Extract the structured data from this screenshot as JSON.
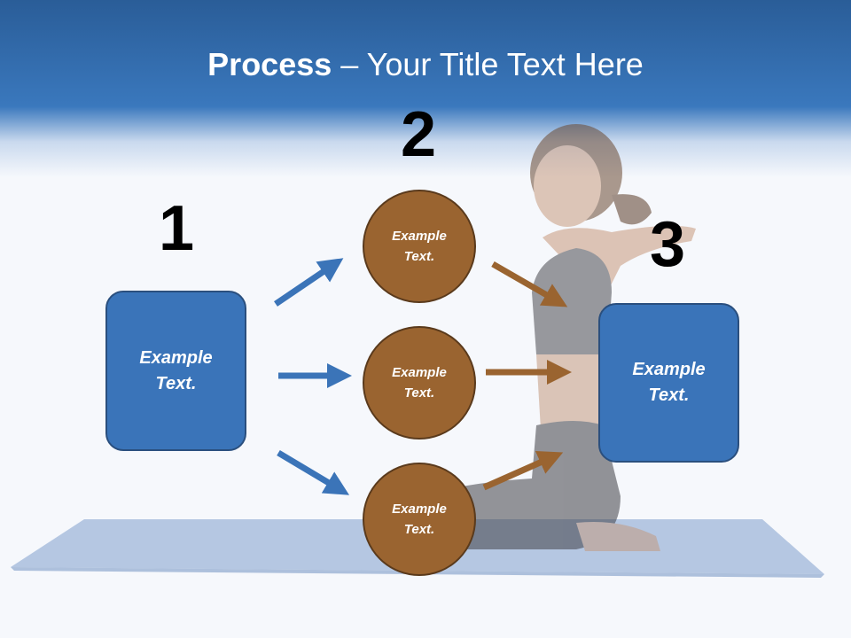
{
  "title": {
    "bold": "Process",
    "rest": " – Your Title Text Here"
  },
  "steps": [
    {
      "number": "1",
      "box_text": "Example\nText."
    },
    {
      "number": "2"
    },
    {
      "number": "3",
      "box_text": "Example\nText."
    }
  ],
  "circles": [
    {
      "text": "Example\nText."
    },
    {
      "text": "Example\nText."
    },
    {
      "text": "Example\nText."
    }
  ],
  "colors": {
    "header": "#3a78bd",
    "box_fill": "#3a74b9",
    "circle_fill": "#9a6430",
    "blue_arrow": "#3b74b8",
    "brown_arrow": "#9a6430"
  }
}
